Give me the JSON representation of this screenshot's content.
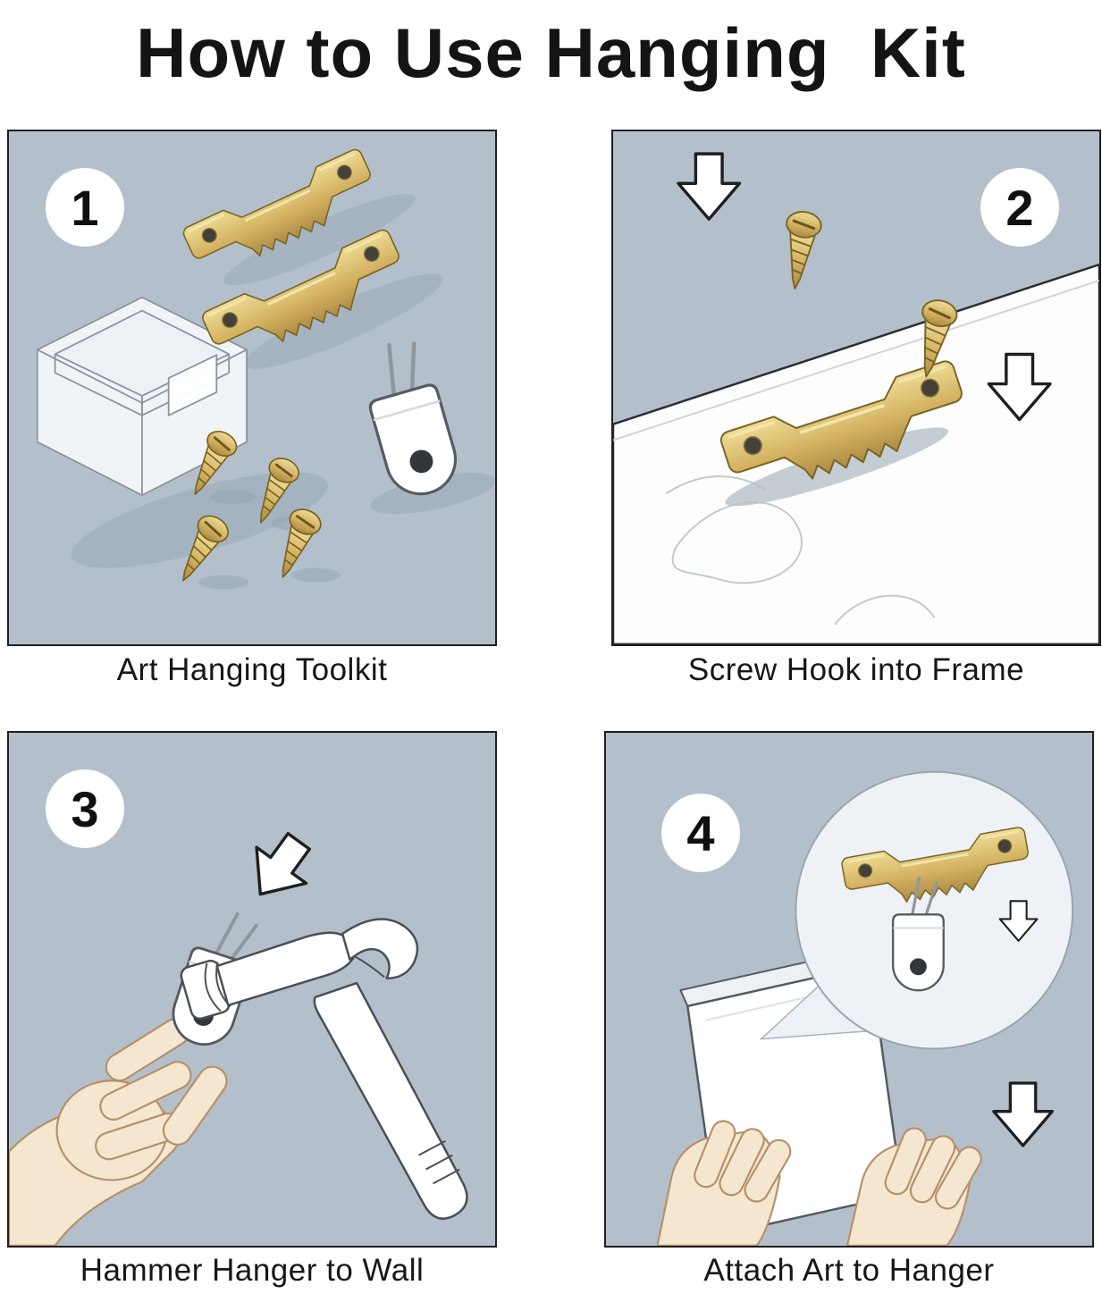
{
  "title": "How to Use Hanging  Kit",
  "steps": [
    {
      "number": "1",
      "caption": "Art Hanging Toolkit"
    },
    {
      "number": "2",
      "caption": "Screw Hook into Frame"
    },
    {
      "number": "3",
      "caption": "Hammer Hanger to Wall"
    },
    {
      "number": "4",
      "caption": "Attach Art to Hanger"
    }
  ],
  "colors": {
    "panel_background": "#b3c0cc",
    "brass": "#d3b160",
    "brass_dark": "#7a6526",
    "outline": "#1f1f1f",
    "skin": "#f5e6d0",
    "white": "#ffffff"
  },
  "illustrations": {
    "step1_items": [
      "storage-case",
      "sawtooth-hanger",
      "sawtooth-hanger",
      "screws",
      "hook-plate"
    ],
    "step2_items": [
      "wood-frame",
      "sawtooth-hanger",
      "screws",
      "down-arrows"
    ],
    "step3_items": [
      "hand",
      "hook-plate",
      "hammer",
      "down-arrow"
    ],
    "step4_items": [
      "canvas",
      "hands",
      "magnifier-detail",
      "sawtooth-hanger",
      "hook-plate",
      "down-arrow"
    ]
  }
}
